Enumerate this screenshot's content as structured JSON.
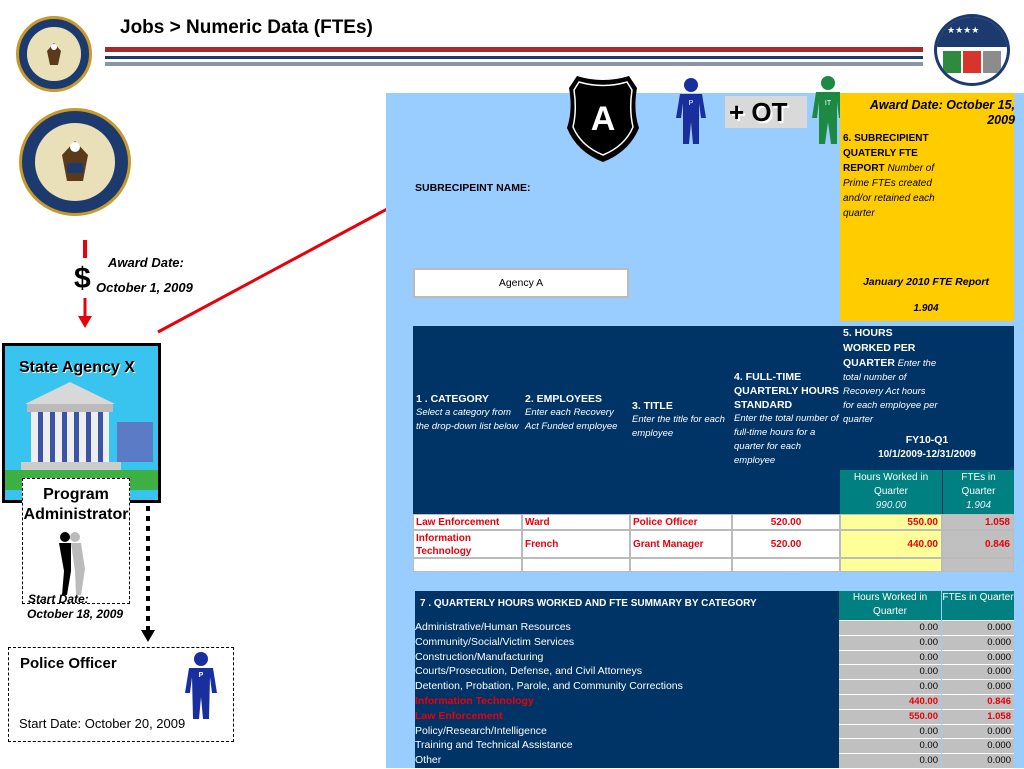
{
  "header": {
    "title": "Jobs > Numeric Data (FTEs)"
  },
  "award_left": {
    "label": "Award Date:",
    "date": "October 1, 2009",
    "dollar": "$"
  },
  "state_agency": {
    "title": "State Agency X"
  },
  "program_admin": {
    "title": "Program Administrator",
    "start_label": "Start Date:",
    "start_date": "October 18, 2009"
  },
  "police": {
    "title": "Police Officer",
    "start": "Start Date: October 20, 2009",
    "figure_letter": "P"
  },
  "badge": {
    "letter": "A"
  },
  "figures": {
    "p_letter": "P",
    "it_letter": "IT",
    "ot_label": "+ OT"
  },
  "form": {
    "award_date": "Award Date: October 15, 2009",
    "sub_name_label": "SUBRECIPEINT NAME:",
    "agency_value": "Agency A",
    "q6_title": "6. SUBRECIPIENT QUATERLY FTE REPORT",
    "q6_desc": "Number of Prime FTEs created and/or retained each quarter",
    "fte_report": "January 2010 FTE Report",
    "fte_total": "1.904",
    "col1_title": "1 .  CATEGORY",
    "col1_desc": "Select a category from the drop-down list below",
    "col2_title": "2.  EMPLOYEES",
    "col2_desc": "Enter each Recovery Act Funded employee",
    "col3_title": "3.  TITLE",
    "col3_desc": "Enter the title for each employee",
    "col4_title": "4.  FULL-TIME QUARTERLY HOURS STANDARD",
    "col4_desc": "Enter the total number of full-time hours for a quarter for each employee",
    "col5_title": "5.  HOURS WORKED PER QUARTER",
    "col5_desc": "Enter the total number of Recovery Act hours for each employee per quarter",
    "fy_label": "FY10-Q1",
    "fy_range": "10/1/2009-12/31/2009",
    "hours_hdr": "Hours Worked in Quarter",
    "ftes_hdr": "FTEs in Quarter",
    "hours_total": "990.00",
    "ftes_total": "1.904",
    "rows": [
      {
        "category": "Law Enforcement",
        "employee": "Ward",
        "title": "Police Officer",
        "standard": "520.00",
        "hours": "550.00",
        "ftes": "1.058"
      },
      {
        "category": "Information Technology",
        "employee": "French",
        "title": "Grant Manager",
        "standard": "520.00",
        "hours": "440.00",
        "ftes": "0.846"
      }
    ],
    "summary_title": "7 . QUARTERLY HOURS WORKED AND FTE SUMMARY BY CATEGORY",
    "summary_hours_hdr": "Hours Worked in Quarter",
    "summary_ftes_hdr": "FTEs in Quarter",
    "summary": [
      {
        "category": "Administrative/Human Resources",
        "hours": "0.00",
        "ftes": "0.000",
        "highlight": false
      },
      {
        "category": "Community/Social/Victim Services",
        "hours": "0.00",
        "ftes": "0.000",
        "highlight": false
      },
      {
        "category": "Construction/Manufacturing",
        "hours": "0.00",
        "ftes": "0.000",
        "highlight": false
      },
      {
        "category": "Courts/Prosecution, Defense, and Civil Attorneys",
        "hours": "0.00",
        "ftes": "0.000",
        "highlight": false
      },
      {
        "category": "Detention, Probation, Parole, and Community Corrections",
        "hours": "0.00",
        "ftes": "0.000",
        "highlight": false
      },
      {
        "category": "Information Technology",
        "hours": "440.00",
        "ftes": "0.846",
        "highlight": true
      },
      {
        "category": "Law Enforcement",
        "hours": "550.00",
        "ftes": "1.058",
        "highlight": true
      },
      {
        "category": "Policy/Research/Intelligence",
        "hours": "0.00",
        "ftes": "0.000",
        "highlight": false
      },
      {
        "category": "Training and Technical Assistance",
        "hours": "0.00",
        "ftes": "0.000",
        "highlight": false
      },
      {
        "category": "Other",
        "hours": "0.00",
        "ftes": "0.000",
        "highlight": false
      }
    ]
  },
  "colors": {
    "panel": "#99ccff",
    "navy": "#003366",
    "gold": "#ffcc00",
    "teal": "#008080",
    "red": "#e8000b",
    "figure_blue": "#1a2f9e",
    "figure_green": "#1d8a44"
  },
  "icons": [
    "doj-seal-icon",
    "recovery-gov-logo",
    "police-badge-icon",
    "person-icon",
    "courthouse-icon"
  ]
}
